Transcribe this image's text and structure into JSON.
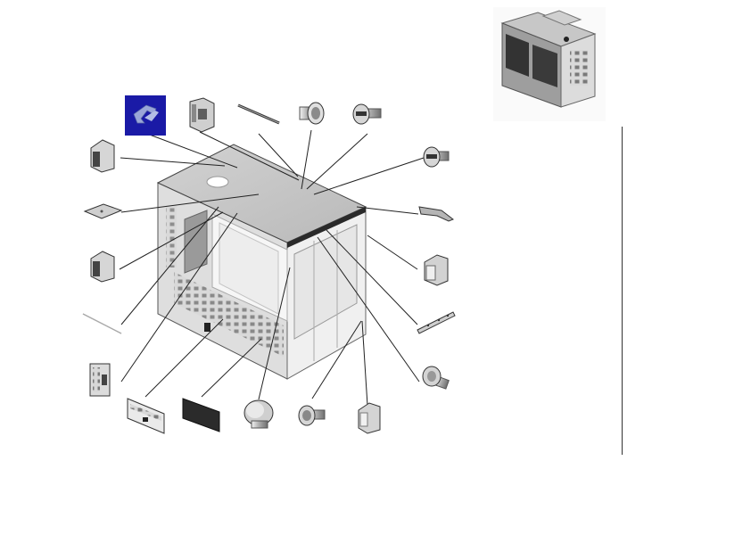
{
  "diagram": {
    "title": "",
    "selected_part": "selected-part-icon",
    "colors": {
      "selected_bg": "#1a1aa6",
      "selected_fg": "#9aa6d8",
      "body_top": "#c9c9c9",
      "body_panel": "#d9d9d9",
      "body_window": "#f1f1f1",
      "line": "#222222"
    },
    "parts": [
      "selected-part-icon",
      "hinge-block",
      "rod",
      "cap-screw",
      "knob",
      "knob-right",
      "latch-lever",
      "side-bracket-right",
      "rail-bar",
      "thumb-screw",
      "corner-bracket",
      "clip-knob",
      "round-button",
      "gasket-pad",
      "connector-plate",
      "terminal-strip",
      "wire",
      "bracket-left-lower",
      "cover-plate",
      "bracket-left-upper"
    ]
  }
}
